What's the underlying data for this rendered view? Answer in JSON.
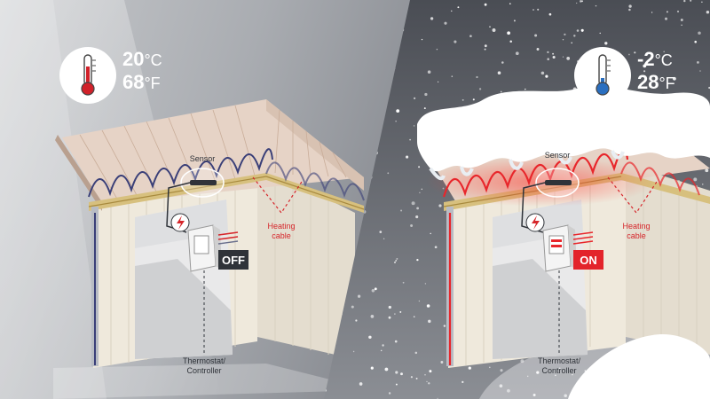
{
  "left_panel": {
    "state": "off",
    "temp_c": "20",
    "unit_c": "°C",
    "temp_f": "68",
    "unit_f": "°F",
    "sensor_label": "Sensor",
    "cable_label_line1": "Heating",
    "cable_label_line2": "cable",
    "controller_label_line1": "Thermostat/",
    "controller_label_line2": "Controller",
    "status_badge": "OFF",
    "cable_color": "#3a3f78",
    "badge_color": "#2f3339",
    "thermo_fill_color": "#d1212a"
  },
  "right_panel": {
    "state": "on",
    "temp_c": "-2",
    "unit_c": "°C",
    "temp_f": "28",
    "unit_f": "°F",
    "sensor_label": "Sensor",
    "cable_label_line1": "Heating",
    "cable_label_line2": "cable",
    "controller_label_line1": "Thermostat/",
    "controller_label_line2": "Controller",
    "status_badge": "ON",
    "cable_color": "#e8262b",
    "badge_color": "#e3242b",
    "thermo_fill_color": "#2a6fc0"
  },
  "colors": {
    "accent_red": "#d6262b",
    "wall": "#efe9dc",
    "roof": "#e6d3c6",
    "snow": "#ffffff"
  }
}
